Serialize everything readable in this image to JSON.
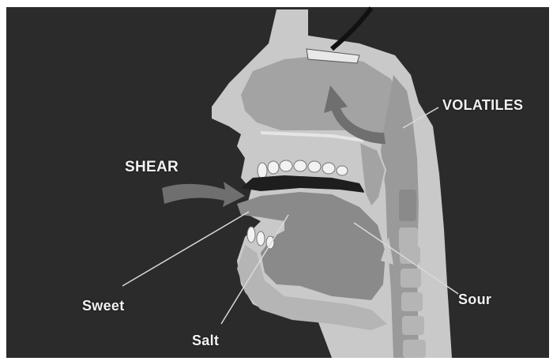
{
  "labels": {
    "shear": "SHEAR",
    "volatiles": "VOLATILES",
    "sweet": "Sweet",
    "salt": "Salt",
    "sour": "Sour"
  },
  "colors": {
    "background": "#2b2b2b",
    "tissue_light": "#c9c9c9",
    "tissue_mid": "#a3a3a3",
    "tissue_dark": "#7e7e7e",
    "airway": "#9a9a9a",
    "arrow": "#6f6f6f",
    "leader_line": "#d9d9d9"
  },
  "icons": {
    "shear_arrow": "curved-arrow-right",
    "volatiles_arrow": "curved-arrow-up"
  }
}
